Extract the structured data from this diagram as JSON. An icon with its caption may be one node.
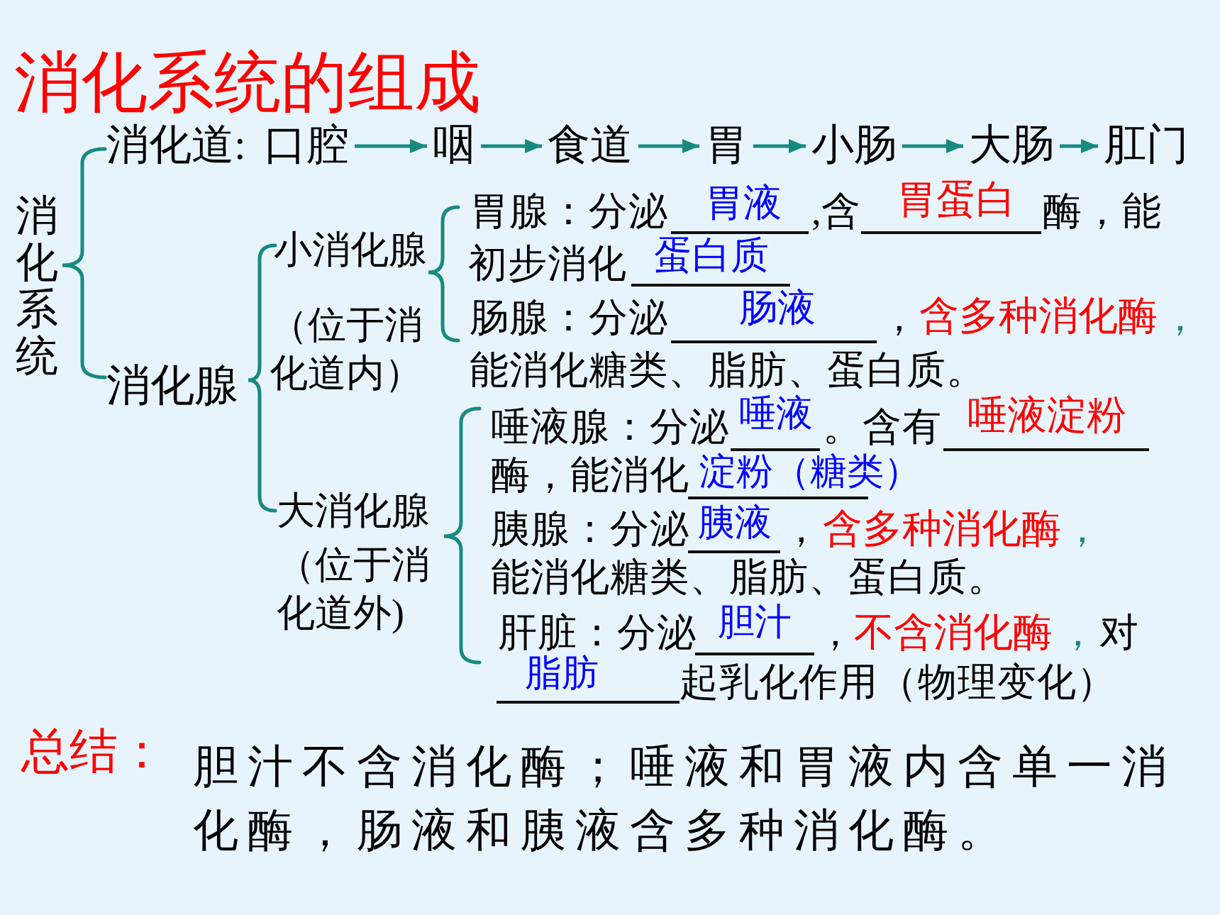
{
  "diagram": {
    "title": "消化系统的组成",
    "nodes": [
      {
        "text": [
          "口腔"
        ]
      },
      {
        "text": [
          "咽"
        ]
      },
      {
        "text": [
          "食道"
        ]
      },
      {
        "text": [
          "胃"
        ]
      },
      {
        "text": [
          "小肠"
        ]
      },
      {
        "text": [
          "大肠"
        ]
      },
      {
        "text": [
          "肛门"
        ]
      }
    ],
    "edges": [
      {
        "from": 0,
        "to": 1,
        "arrow": "to"
      },
      {
        "from": 1,
        "to": 2,
        "arrow": "to"
      },
      {
        "from": 2,
        "to": 3,
        "arrow": "to"
      },
      {
        "from": 3,
        "to": 4,
        "arrow": "to"
      },
      {
        "from": 4,
        "to": 5,
        "arrow": "to"
      },
      {
        "from": 5,
        "to": 6,
        "arrow": "to"
      }
    ],
    "labels": [
      "消化道:",
      "消化系统",
      "消化腺",
      "小消化腺",
      "（位于消化道内）",
      "胃腺：分泌",
      "胃液",
      ",含",
      "胃蛋白",
      "酶，能",
      "初步消化",
      "蛋白质",
      "肠腺：分泌",
      "肠液",
      "，",
      "含多种消化酶",
      "，",
      "能消化糖类、脂肪、蛋白质。",
      "大消化腺",
      "（位于消化道外)",
      "唾液腺：分泌",
      "唾液",
      "。含有",
      "唾液淀粉",
      "酶，能消化",
      "淀粉（糖类）",
      "胰腺：分泌",
      "胰液",
      "，",
      "含多种消化酶",
      "，",
      "能消化糖类、脂肪、蛋白质。",
      "肝脏：分泌",
      "胆汁",
      "，",
      "不含消化酶",
      "，",
      "对",
      "脂肪",
      "起乳化作用（物理变化）",
      "总结：",
      "胆汁不含消化酶；唾液和胃液内含单一消化酶，肠液和胰液含多种消化酶。"
    ]
  }
}
